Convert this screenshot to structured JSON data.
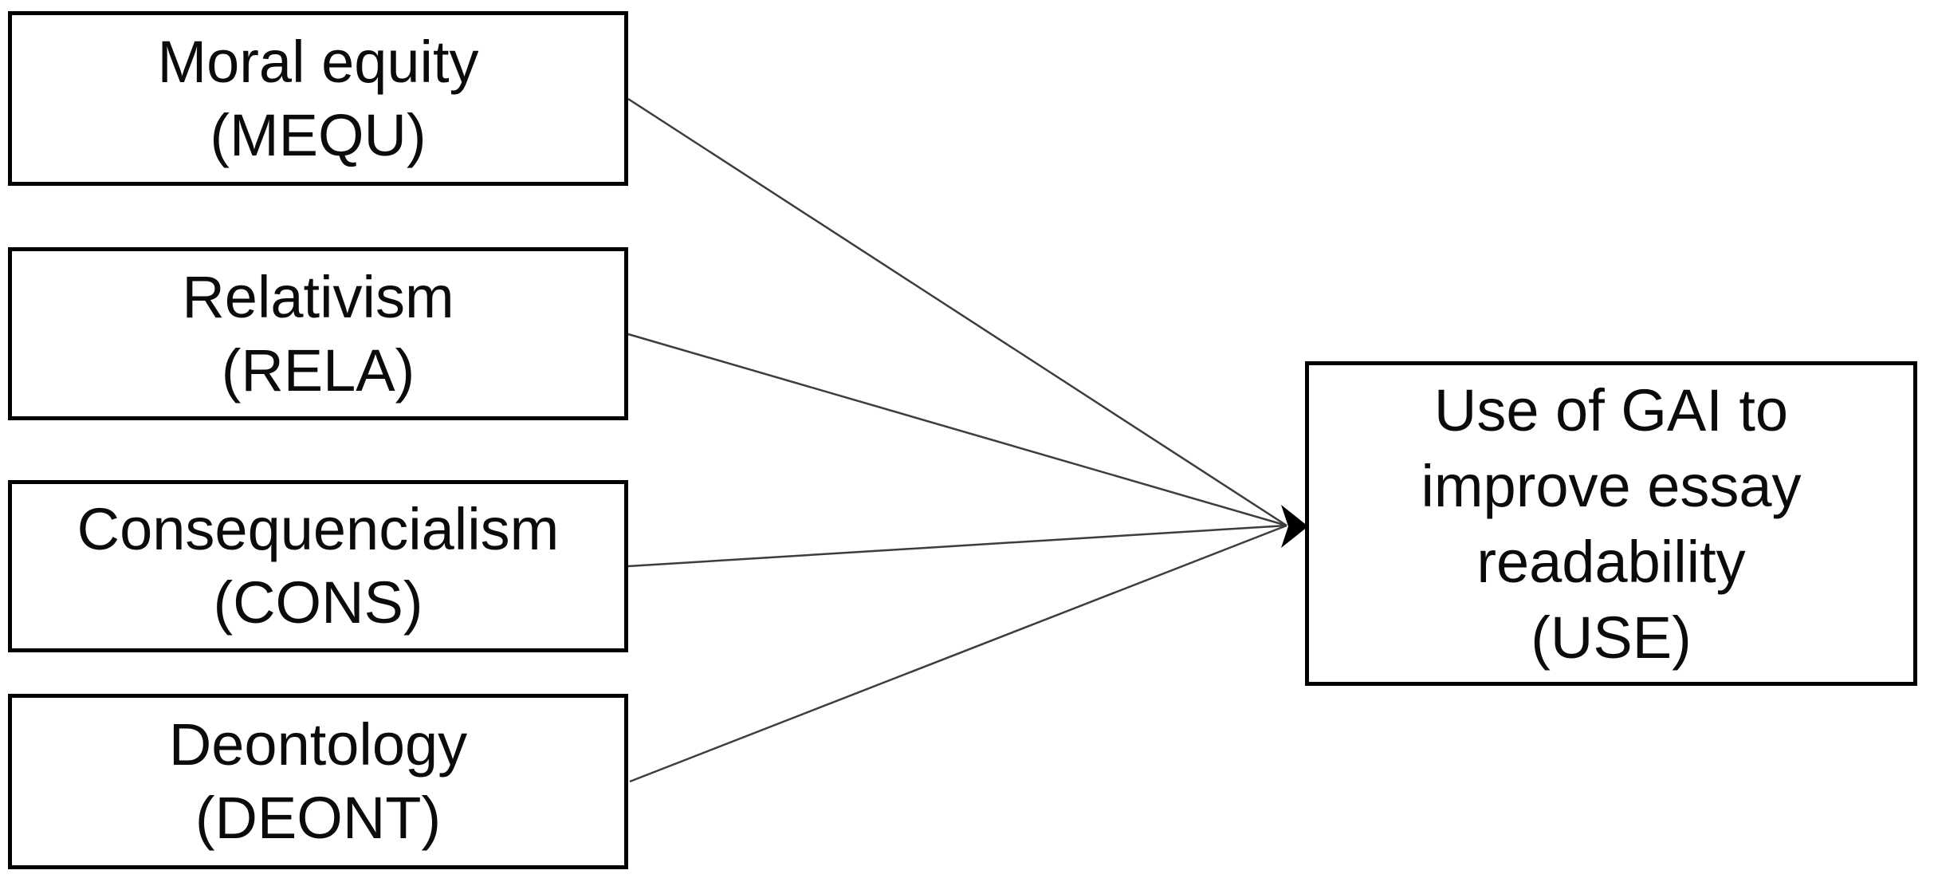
{
  "diagram": {
    "background_color": "#ffffff",
    "box_border_color": "#000000",
    "box_fill_color": "#ffffff",
    "edge_line_color": "#3d3d3d",
    "arrowhead_color": "#000000",
    "nodes": {
      "mequ": {
        "label": "Moral equity",
        "code": "(MEQU)"
      },
      "rela": {
        "label": "Relativism",
        "code": "(RELA)"
      },
      "cons": {
        "label": "Consequencialism",
        "code": "(CONS)"
      },
      "deont": {
        "label": "Deontology",
        "code": "(DEONT)"
      },
      "use": {
        "lines": [
          "Use of GAI to",
          "improve essay",
          "readability"
        ],
        "code": "(USE)"
      }
    },
    "edges": [
      {
        "from": "MEQU",
        "to": "USE"
      },
      {
        "from": "RELA",
        "to": "USE"
      },
      {
        "from": "CONS",
        "to": "USE"
      },
      {
        "from": "DEONT",
        "to": "USE"
      }
    ]
  }
}
